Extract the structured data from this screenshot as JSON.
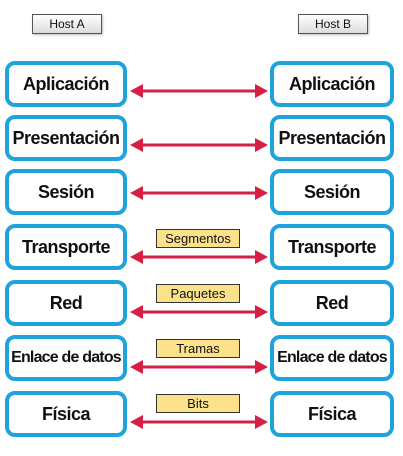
{
  "hosts": {
    "a": "Host A",
    "b": "Host B"
  },
  "layers": [
    {
      "left": "Aplicación",
      "right": "Aplicación",
      "pdu": ""
    },
    {
      "left": "Presentación",
      "right": "Presentación",
      "pdu": ""
    },
    {
      "left": "Sesión",
      "right": "Sesión",
      "pdu": ""
    },
    {
      "left": "Transporte",
      "right": "Transporte",
      "pdu": "Segmentos"
    },
    {
      "left": "Red",
      "right": "Red",
      "pdu": "Paquetes"
    },
    {
      "left": "Enlace de datos",
      "right": "Enlace de datos",
      "pdu": "Tramas"
    },
    {
      "left": "Física",
      "right": "Física",
      "pdu": "Bits"
    }
  ],
  "colors": {
    "border": "#1ea3dc",
    "arrow": "#d61f45",
    "pdu_fill": "#fbe28a"
  }
}
